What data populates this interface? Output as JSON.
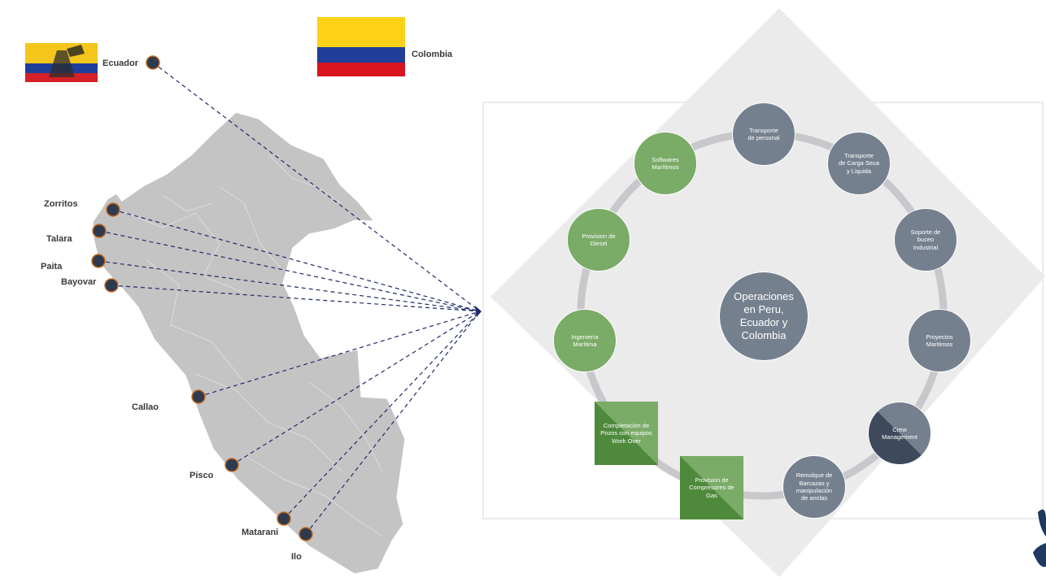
{
  "flags": {
    "ecuador": {
      "label": "Ecuador"
    },
    "colombia": {
      "label": "Colombia"
    }
  },
  "ports": [
    {
      "id": "zorritos",
      "label": "Zorritos"
    },
    {
      "id": "talara",
      "label": "Talara"
    },
    {
      "id": "paita",
      "label": "Paita"
    },
    {
      "id": "bayovar",
      "label": "Bayovar"
    },
    {
      "id": "callao",
      "label": "Callao"
    },
    {
      "id": "pisco",
      "label": "Pisco"
    },
    {
      "id": "matarani",
      "label": "Matarani"
    },
    {
      "id": "ilo",
      "label": "Ilo"
    }
  ],
  "diagram": {
    "center": "Operaciones\nen Peru,\nEcuador y\nColombia",
    "nodes": [
      {
        "id": "transporte-personal",
        "label": "Transporte\nde personal",
        "color": "grey"
      },
      {
        "id": "transporte-carga",
        "label": "Transporte\nde Carga Seca\ny Liquida",
        "color": "grey"
      },
      {
        "id": "soporte-buceo",
        "label": "Soporte de\nbuceo\nIndustrial",
        "color": "grey"
      },
      {
        "id": "proyectos-maritimos",
        "label": "Proyectos\nMaritimos",
        "color": "grey"
      },
      {
        "id": "crew-management",
        "label": "Crew\nManagement",
        "color": "grey"
      },
      {
        "id": "remolque-barcazas",
        "label": "Remolque de\nBarcazas y\nmanipulación\nde anclas",
        "color": "grey"
      },
      {
        "id": "provision-compresores",
        "label": "Provision de\nCompresores de\nGas",
        "color": "green"
      },
      {
        "id": "completacion-pozos",
        "label": "Completación de\nPozos con equipos\nWork Over",
        "color": "green"
      },
      {
        "id": "ingenieria-maritima",
        "label": "Ingeniería\nMarítima",
        "color": "green"
      },
      {
        "id": "provision-diesel",
        "label": "Provision de\nDiesel",
        "color": "green"
      },
      {
        "id": "softwares-maritimos",
        "label": "Softwares\nMarítimos",
        "color": "green"
      }
    ]
  },
  "colors": {
    "node_grey": "#75808f",
    "node_green": "#7aab67",
    "node_green_dark": "#4f8a3c",
    "map_fill": "#c4c4c4",
    "port_dot": "#2e3a4f",
    "port_ring": "#c86a1c",
    "dashed_line": "#1f2a6b"
  }
}
